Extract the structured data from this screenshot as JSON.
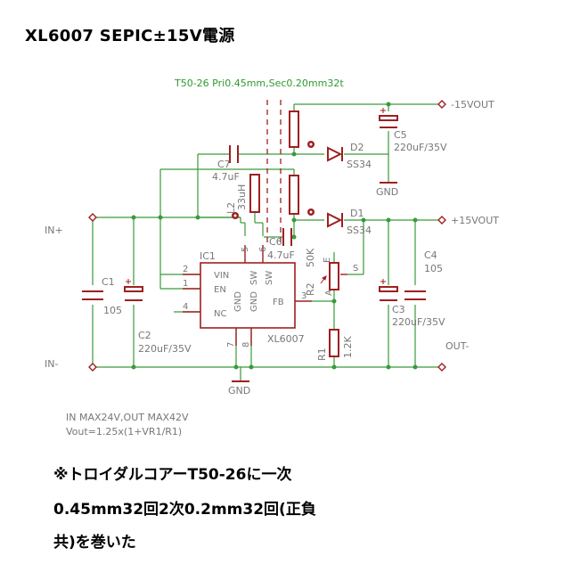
{
  "title": "XL6007 SEPIC±15V電源",
  "labels": {
    "transformer": "T50-26 Pri0.45mm,Sec0.20mm32t",
    "vout_neg": "-15VOUT",
    "vout_pos": "+15VOUT",
    "in_plus": "IN+",
    "in_minus": "IN-",
    "out_minus": "OUT-",
    "gnd_top": "GND",
    "gnd_bottom": "GND",
    "c1": "C1",
    "c1_val": "105",
    "c2": "C2",
    "c2_val": "220uF/35V",
    "c3": "C3",
    "c3_val": "220uF/35V",
    "c4": "C4",
    "c4_val": "105",
    "c5": "C5",
    "c5_val": "220uF/35V",
    "c6": "C6",
    "c6_val": "4.7uF",
    "c7": "C7",
    "c7_val": "4.7uF",
    "l2": "L2",
    "l2_val": "33uH",
    "d1": "D1",
    "d1_val": "SS34",
    "d2": "D2",
    "d2_val": "SS34",
    "ic1": "IC1",
    "ic_part": "XL6007",
    "r1": "R1",
    "r1_val": "1.2K",
    "r2": "R2",
    "r2_val": "50K",
    "pin_vin": "VIN",
    "pin_en": "EN",
    "pin_nc": "NC",
    "pin_gnd1": "GND",
    "pin_gnd2": "GND",
    "pin_sw1": "SW",
    "pin_sw2": "SW",
    "pin_fb": "FB",
    "pin_2": "2",
    "pin_1": "1",
    "pin_4": "4",
    "pin_5": "5",
    "pin_6": "6",
    "pin_7": "7",
    "pin_8": "8",
    "pin_3": "3",
    "pot_e": "E",
    "pot_a": "A",
    "pot_s": "S",
    "spec_line1": "IN MAX24V,OUT MAX42V",
    "spec_line2": "Vout=1.25x(1+VR1/R1)"
  },
  "notes": [
    "※トロイダルコアーT50-26に一次",
    "0.45mm32回2次0.2mm32回(正負",
    "共)を巻いた"
  ],
  "colors": {
    "wire": "#3a9a3a",
    "component": "#9e2020",
    "text": "#777777",
    "label_green": "#2e9a2e"
  }
}
